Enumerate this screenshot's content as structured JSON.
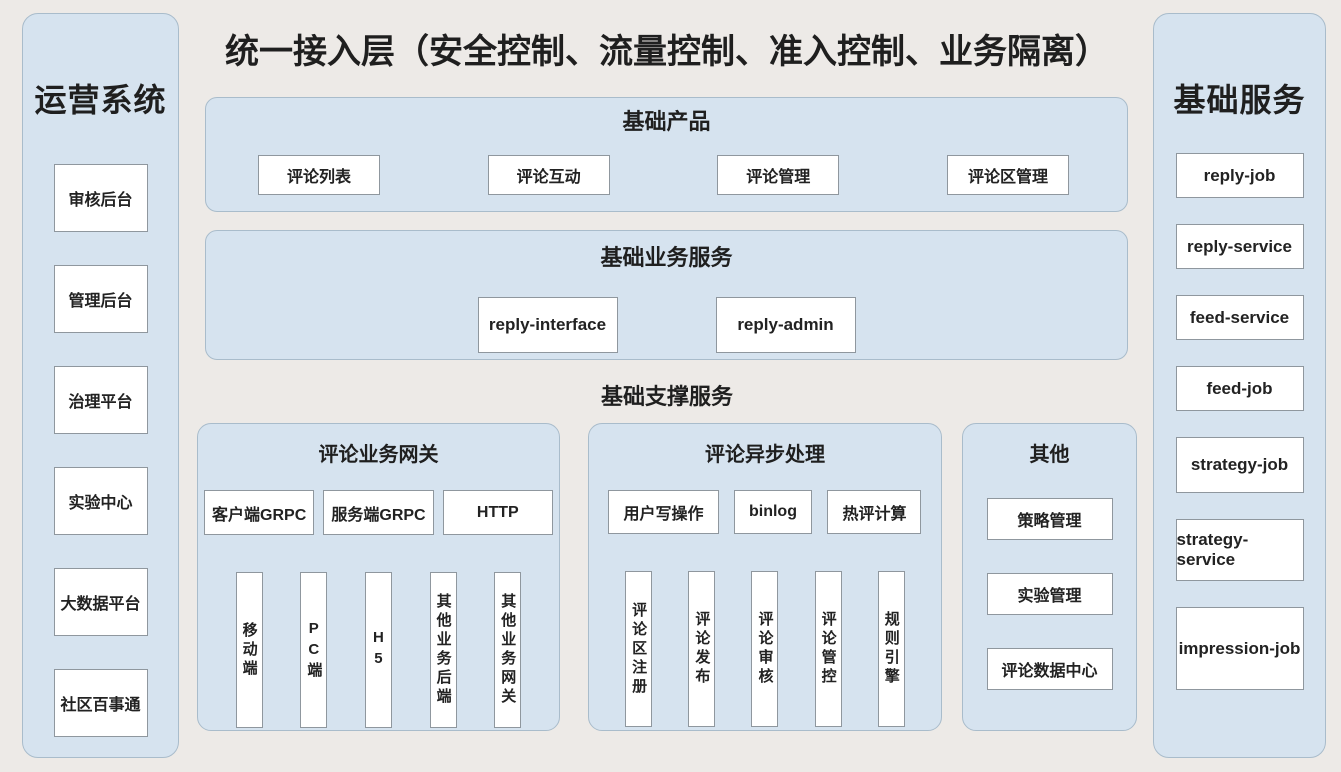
{
  "header": {
    "title": "统一接入层（安全控制、流量控制、准入控制、业务隔离）"
  },
  "left_panel": {
    "title": "运营系统",
    "items": [
      "审核后台",
      "管理后台",
      "治理平台",
      "实验中心",
      "大数据平台",
      "社区百事通"
    ]
  },
  "right_panel": {
    "title": "基础服务",
    "items": [
      "reply-job",
      "reply-service",
      "feed-service",
      "feed-job",
      "strategy-job",
      "strategy-service",
      "impression-job"
    ]
  },
  "base_products": {
    "title": "基础产品",
    "items": [
      "评论列表",
      "评论互动",
      "评论管理",
      "评论区管理"
    ]
  },
  "base_business": {
    "title": "基础业务服务",
    "items": [
      "reply-interface",
      "reply-admin"
    ]
  },
  "support_label": "基础支撑服务",
  "gateway_panel": {
    "title": "评论业务网关",
    "protocols": [
      "客户端GRPC",
      "服务端GRPC",
      "HTTP"
    ],
    "channels": [
      "移动端",
      "PC端",
      "H5",
      "其他业务后端",
      "其他业务网关"
    ]
  },
  "async_panel": {
    "title": "评论异步处理",
    "sources": [
      "用户写操作",
      "binlog",
      "热评计算"
    ],
    "tasks": [
      "评论区注册",
      "评论发布",
      "评论审核",
      "评论管控",
      "规则引擎"
    ]
  },
  "other_panel": {
    "title": "其他",
    "items": [
      "策略管理",
      "实验管理",
      "评论数据中心"
    ]
  },
  "colors": {
    "background": "#edeae7",
    "panel_fill": "#d6e3ef",
    "panel_border": "#a9bccb",
    "box_border": "#8f979e",
    "text": "#1f1f1f"
  }
}
